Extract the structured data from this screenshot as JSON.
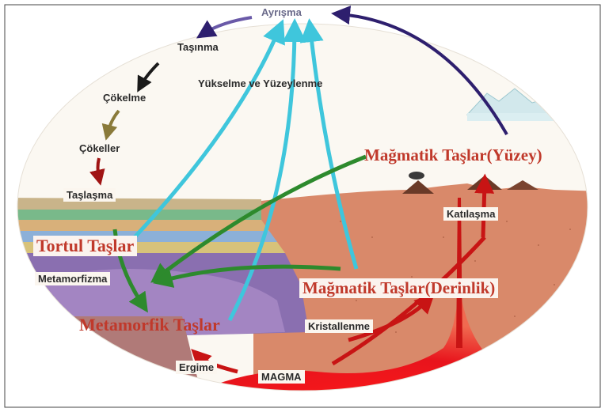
{
  "labels": {
    "ayrisma": "Ayrışma",
    "tasinma": "Taşınma",
    "cokelme": "Çökelme",
    "cokeller": "Çökeller",
    "taslasma": "Taşlaşma",
    "yukselme": "Yükselme ve Yüzeylenme",
    "metamorfizma": "Metamorfizma",
    "katilasma": "Katılaşma",
    "kristallenme": "Kristallenme",
    "ergime": "Ergime",
    "magma": "MAGMA"
  },
  "rocks": {
    "tortul": "Tortul Taşlar",
    "metamorfik": "Metamorfik Taşlar",
    "magmatik_yuzey": "Mağmatik Taşlar(Yüzey)",
    "magmatik_derinlik": "Mağmatik Taşlar(Derinlik)"
  },
  "colors": {
    "sedimentary_label": "#c0392b",
    "uplift_arrow": "#3fc6dc",
    "weathering_arrow": "#2e1f6e",
    "metamorphism_arrow": "#2d8a2d",
    "magma": "#e8141c",
    "crust": "#d9896a"
  }
}
